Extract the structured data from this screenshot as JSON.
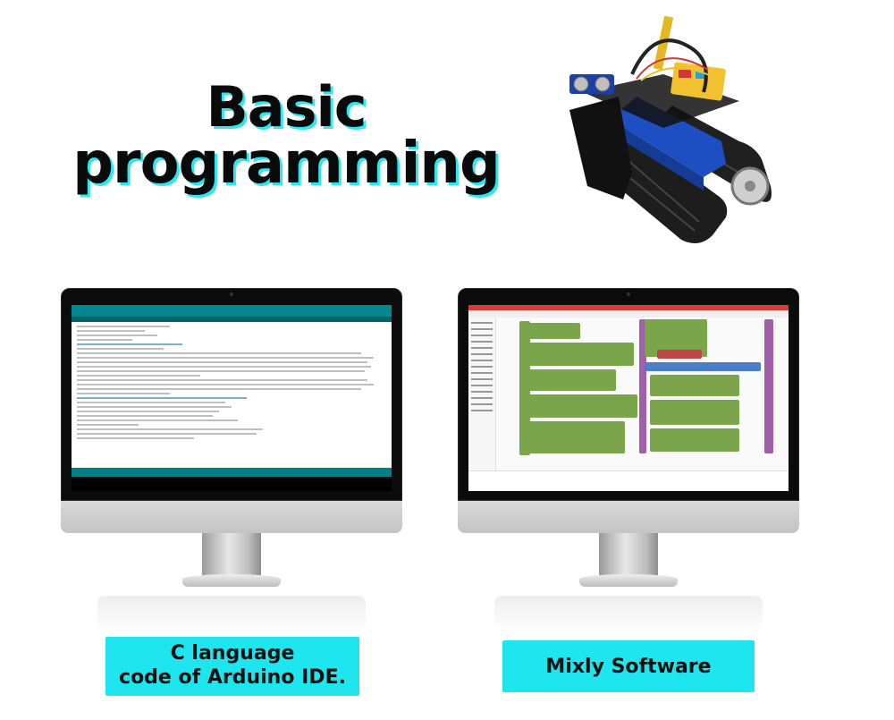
{
  "title": {
    "line1": "Basic",
    "line2": "programming",
    "accent": "#2ee6f0"
  },
  "captions": {
    "left": {
      "line1": "C language",
      "line2": "code of Arduino IDE."
    },
    "right": "Mixly Software"
  },
  "colors": {
    "label_bg": "#1fe6ee",
    "arduino_teal": "#00878f",
    "mixly_green": "#7aa54a",
    "mixly_purple": "#a05fa8",
    "mixly_blue": "#4a7ec9"
  }
}
